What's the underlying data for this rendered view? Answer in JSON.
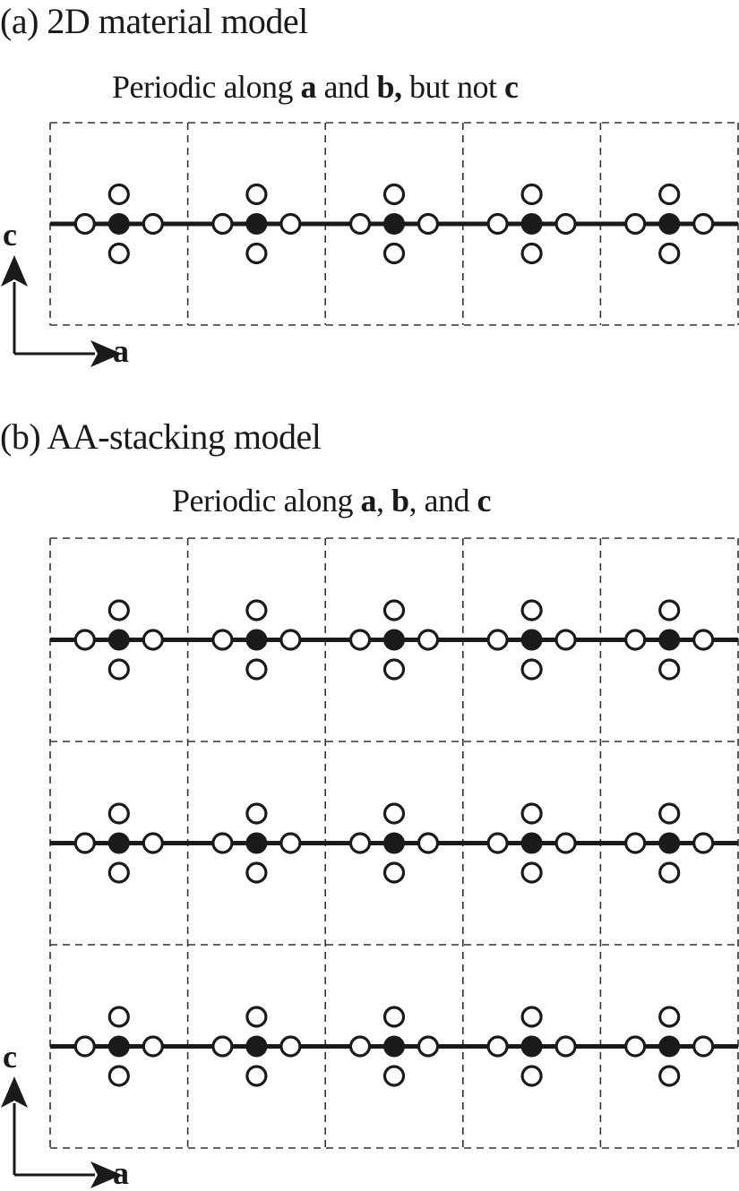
{
  "panels": [
    {
      "label": "(a) 2D material model",
      "subtitle_parts": [
        {
          "text": "Periodic along ",
          "bold": false
        },
        {
          "text": "a",
          "bold": true
        },
        {
          "text": " and ",
          "bold": false
        },
        {
          "text": "b,",
          "bold": true
        },
        {
          "text": " but not ",
          "bold": false
        },
        {
          "text": "c",
          "bold": true
        }
      ],
      "columns": 5,
      "rows": 1,
      "axes": {
        "vertical": "c",
        "horizontal": "a"
      }
    },
    {
      "label": "(b) AA-stacking model",
      "subtitle_parts": [
        {
          "text": "Periodic along ",
          "bold": false
        },
        {
          "text": "a",
          "bold": true
        },
        {
          "text": ", ",
          "bold": false
        },
        {
          "text": "b",
          "bold": true
        },
        {
          "text": ", and ",
          "bold": false
        },
        {
          "text": "c",
          "bold": true
        }
      ],
      "columns": 5,
      "rows": 3,
      "axes": {
        "vertical": "c",
        "horizontal": "a"
      }
    }
  ],
  "legend_semantics": {
    "filled_circle": "central atom",
    "open_circle": "neighbor atom",
    "dashed_box": "unit cell",
    "thick_line": "layer"
  },
  "colors": {
    "ink": "#1a1a1a",
    "background": "#ffffff",
    "dash": "#333333"
  }
}
